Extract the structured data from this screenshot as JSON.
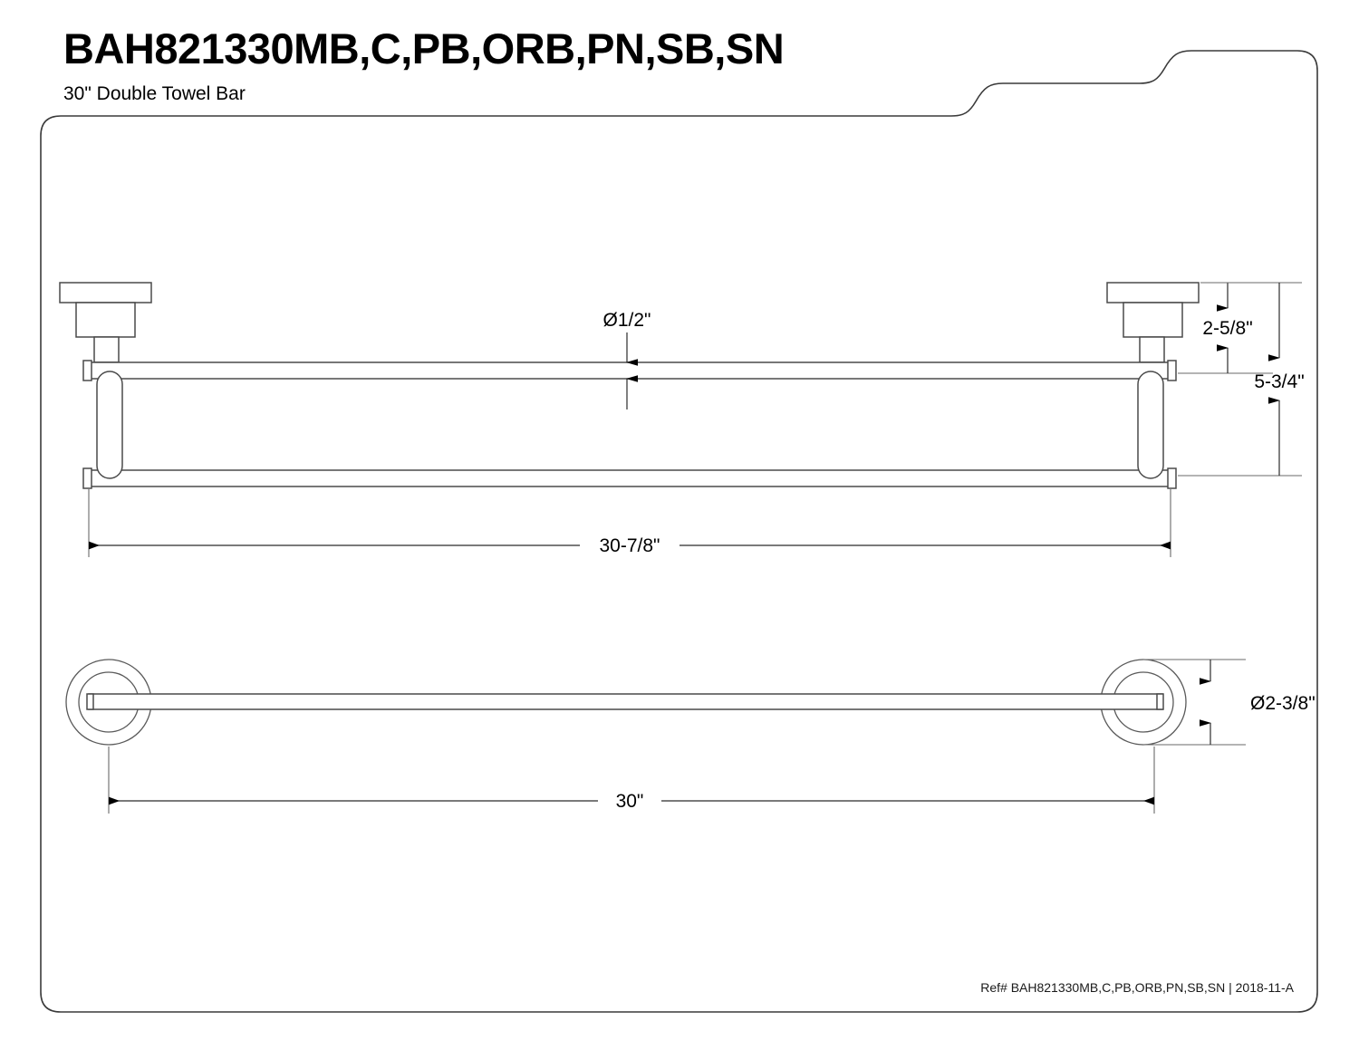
{
  "document": {
    "title": "BAH821330MB,C,PB,ORB,PN,SB,SN",
    "subtitle": "30\" Double Towel Bar",
    "footer": "Ref# BAH821330MB,C,PB,ORB,PN,SB,SN | 2018-11-A"
  },
  "dimensions": {
    "bar_diameter": "Ø1/2\"",
    "post_height": "2-5/8\"",
    "overall_height": "5-3/4\"",
    "overall_width": "30-7/8\"",
    "flange_diameter": "Ø2-3/8\"",
    "bar_length": "30\""
  },
  "views": {
    "front_view_name": "front-elevation-view",
    "top_view_name": "top-plan-view"
  },
  "colors": {
    "line": "#4a4a4a",
    "dimension": "#2a2a2a",
    "border": "#3a3a3a",
    "text": "#000000"
  }
}
